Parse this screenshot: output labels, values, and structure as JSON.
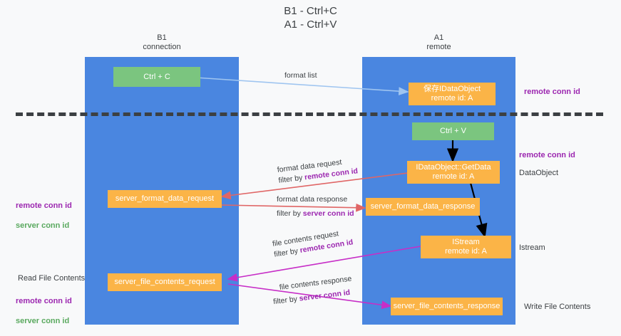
{
  "title": "B1 - Ctrl+C\nA1 - Ctrl+V",
  "colors": {
    "lane": "#4a86e0",
    "node_orange": "#fbb447",
    "node_green": "#7bc57f",
    "divider": "#3c4043",
    "arrow_formatlist": "#9fc5f0",
    "arrow_format_data": "#e06666",
    "arrow_file_contents": "#c72ec7",
    "arrow_black": "#000000",
    "highlight_remote": "#9c27b0",
    "highlight_server": "#5aa95f",
    "text": "#3c4043"
  },
  "columns": [
    {
      "id": "b1",
      "header": "B1\nconnection"
    },
    {
      "id": "a1",
      "header": "A1\nremote"
    }
  ],
  "nodes": [
    {
      "id": "ctrl-c",
      "label": "Ctrl + C",
      "color": "green"
    },
    {
      "id": "save-idataobject",
      "label": "保存IDataObject\nremote id: A",
      "color": "orange"
    },
    {
      "id": "ctrl-v",
      "label": "Ctrl + V",
      "color": "green"
    },
    {
      "id": "idataobject-getdata",
      "label": "IDataObject::GetData\nremote id: A",
      "color": "orange"
    },
    {
      "id": "server-format-data-request",
      "label": "server_format_data_request",
      "color": "orange"
    },
    {
      "id": "server-format-data-response",
      "label": "server_format_data_response",
      "color": "orange"
    },
    {
      "id": "istream",
      "label": "IStream\nremote id: A",
      "color": "orange"
    },
    {
      "id": "server-file-contents-request",
      "label": "server_file_contents_request",
      "color": "orange"
    },
    {
      "id": "server-file-contents-response",
      "label": "server_file_contents_response",
      "color": "orange"
    }
  ],
  "edge_labels": {
    "format_list": "format list",
    "format_data_request": "format data request",
    "format_data_request_filter_prefix": "filter by ",
    "format_data_request_filter_key": "remote conn id",
    "format_data_response": "format data response",
    "format_data_response_filter_prefix": "filter by ",
    "format_data_response_filter_key": "server conn id",
    "file_contents_request": "file contents request",
    "file_contents_request_filter_prefix": "filter by ",
    "file_contents_request_filter_key": "remote conn id",
    "file_contents_response": "file contents response",
    "file_contents_response_filter_prefix": "filter by ",
    "file_contents_response_filter_key": "server conn id"
  },
  "annotations": {
    "right_remote_conn_id_top": "remote conn id",
    "right_remote_conn_id_mid": "remote conn id",
    "right_dataobject": "DataObject",
    "right_istream": "Istream",
    "right_write_file_contents": "Write File Contents",
    "left_read_file_contents": "Read File Contents",
    "left_pair_remote": "remote conn id",
    "left_pair_server": "server conn id",
    "left_pair2_remote": "remote conn id",
    "left_pair2_server": "server conn id"
  }
}
